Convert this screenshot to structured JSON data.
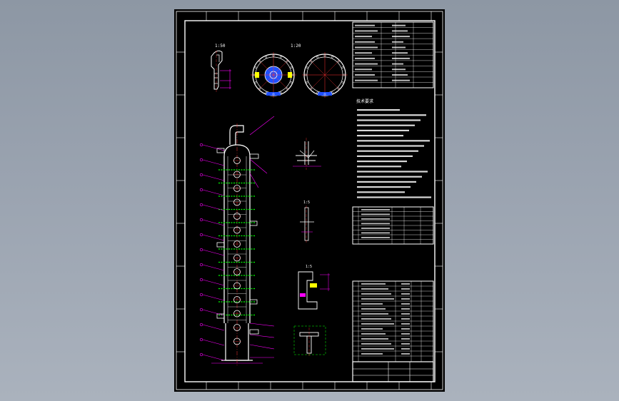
{
  "viewer": {
    "background_color": "#9aa3b0",
    "sheet_color": "#000000"
  },
  "drawing": {
    "colors": {
      "line": "#ffffff",
      "dimension": "#ff00ff",
      "centerline": "#ff3030",
      "tray_marker": "#00ff00",
      "flange_blue": "#2050ff",
      "accent_yellow": "#ffff00"
    },
    "views": {
      "elbow_detail": {
        "title": "",
        "scale": "1:50"
      },
      "top_section_a": {
        "title": "",
        "scale": "1:20"
      },
      "top_section_b": {
        "title": ""
      },
      "detail_1": {
        "title": "",
        "scale": ""
      },
      "detail_2": {
        "title": "",
        "scale": "1:5"
      },
      "detail_3": {
        "title": "",
        "scale": "1:5"
      }
    },
    "column": {
      "tray_count": 12,
      "nozzle_count": 14
    },
    "notes": {
      "heading": "技术要求"
    }
  }
}
